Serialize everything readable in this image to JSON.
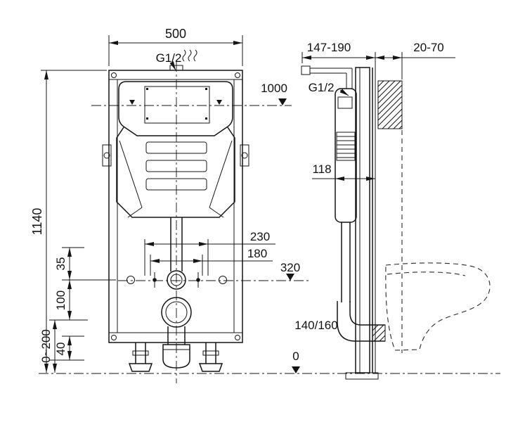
{
  "drawing": {
    "title": "concealed-cistern-installation-frame",
    "views": {
      "front": "front-view",
      "side": "side-view"
    },
    "labels": {
      "front_width": "500",
      "front_inlet": "G1/2",
      "front_height": "1140",
      "level_1000": "1000",
      "side_inlet": "G1/2",
      "frame_depth_range": "147-190",
      "wall_thickness_range": "20-70",
      "cistern_depth": "118",
      "fixing_span_outer": "230",
      "fixing_span_inner": "180",
      "level_320": "320",
      "offset_35": "35",
      "offset_100": "100",
      "offset_40": "40",
      "leg_adjust_range": "0~200",
      "outlet_size": "140/160",
      "level_0": "0"
    }
  }
}
